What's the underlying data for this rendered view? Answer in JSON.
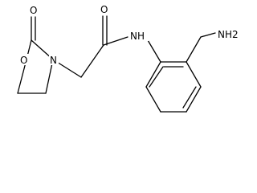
{
  "molecule": {
    "atoms": {
      "carbonyl_oxygen_ring": "O",
      "ring_oxygen": "O",
      "ring_nitrogen": "N",
      "amide_oxygen": "O",
      "amide_nh": "NH",
      "amine": "NH2"
    }
  }
}
